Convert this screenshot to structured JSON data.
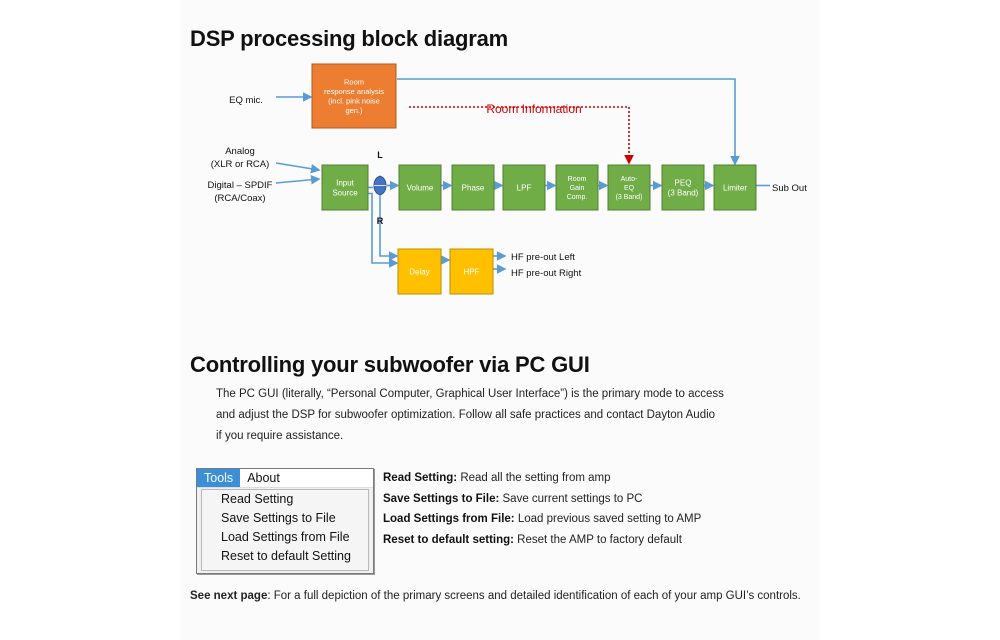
{
  "section1": {
    "title": "DSP processing block diagram"
  },
  "diagram": {
    "inputs": {
      "eq_mic": "EQ mic.",
      "analog_line1": "Analog",
      "analog_line2": "(XLR or RCA)",
      "digital_line1": "Digital – SPDIF",
      "digital_line2": "(RCA/Coax)"
    },
    "room_box": [
      "Room",
      "response analysis",
      "(incl. pink noise",
      "gen.)"
    ],
    "room_information": "Room Information",
    "channel_labels": {
      "left": "L",
      "right": "R"
    },
    "main_chain": [
      {
        "lines": [
          "Input",
          "Source"
        ]
      },
      {
        "lines": [
          "Volume"
        ]
      },
      {
        "lines": [
          "Phase"
        ]
      },
      {
        "lines": [
          "LPF"
        ]
      },
      {
        "lines": [
          "Room",
          "Gain",
          "Comp."
        ]
      },
      {
        "lines": [
          "Auto-",
          "EQ",
          "(3 Band)"
        ]
      },
      {
        "lines": [
          "PEQ",
          "(3 Band)"
        ]
      },
      {
        "lines": [
          "Limiter"
        ]
      }
    ],
    "hf_chain": [
      {
        "lines": [
          "Delay"
        ]
      },
      {
        "lines": [
          "HPF"
        ]
      }
    ],
    "outputs": {
      "sub_out": "Sub Out",
      "hf_left": "HF pre-out Left",
      "hf_right": "HF pre-out Right"
    },
    "colors": {
      "green": "#70ad47",
      "green_border": "#507e32",
      "orange": "#ed7d31",
      "orange_border": "#ae5a21",
      "yellow": "#ffc000",
      "yellow_border": "#bc8c00",
      "line": "#5b9bd5",
      "dashed": "#cc0000",
      "summer": "#4472c4"
    }
  },
  "section2": {
    "title": "Controlling your subwoofer via PC GUI"
  },
  "intro": {
    "line1": "The PC GUI (literally, “Personal Computer, Graphical User Interface”) is the primary mode to access",
    "line2": "and adjust the DSP for subwoofer optimization. Follow all safe practices and contact Dayton Audio",
    "line3": "if you require assistance."
  },
  "menu": {
    "tabs": [
      "Tools",
      "About"
    ],
    "items": [
      "Read Setting",
      "Save Settings to File",
      "Load Settings from File",
      "Reset to default Setting"
    ]
  },
  "definitions": [
    {
      "term": "Read Setting:",
      "desc": " Read all the setting from amp"
    },
    {
      "term": "Save Settings to File:",
      "desc": " Save current settings to PC"
    },
    {
      "term": "Load Settings from File:",
      "desc": " Load previous saved setting to AMP"
    },
    {
      "term": "Reset to default setting:",
      "desc": " Reset the AMP to factory default"
    }
  ],
  "footer": {
    "bold": "See next page",
    "text": ": For a full depiction of the primary screens and detailed identification of each of your amp GUI’s controls."
  }
}
